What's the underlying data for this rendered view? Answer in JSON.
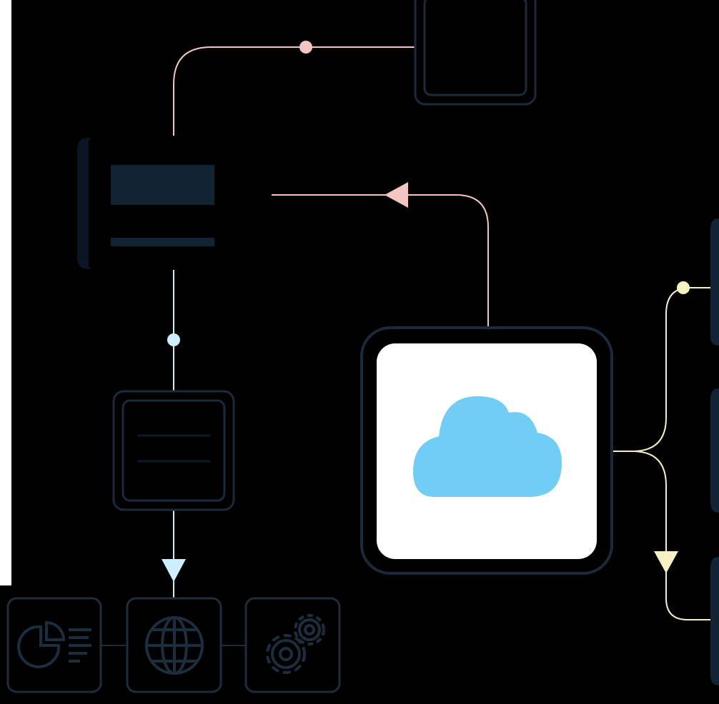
{
  "diagram": {
    "background": "#000000",
    "colors": {
      "node_border": "#1b2a3a",
      "node_fill": "#122334",
      "connector_pink": "#f4c6c3",
      "connector_blue": "#cdeefe",
      "connector_yellow": "#f6f1c2",
      "hub_fill": "#ffffff",
      "cloud": "#72cdf4",
      "icon_stroke": "#1c2d3d"
    },
    "nodes": [
      {
        "id": "top-square",
        "icon": "empty-square"
      },
      {
        "id": "form-panel",
        "icon": "text-lines"
      },
      {
        "id": "list-panel",
        "icon": "text-lines"
      },
      {
        "id": "cloud-hub",
        "icon": "cloud-icon"
      },
      {
        "id": "analytics-tile",
        "icon": "pie-chart-icon"
      },
      {
        "id": "globe-tile",
        "icon": "globe-icon"
      },
      {
        "id": "settings-tile",
        "icon": "gears-icon"
      }
    ],
    "connectors": [
      {
        "from": "form-panel",
        "to": "top-square",
        "color": "pink",
        "marker": "dot"
      },
      {
        "from": "cloud-hub",
        "to": "form-panel",
        "color": "pink",
        "marker": "arrow"
      },
      {
        "from": "form-panel",
        "to": "list-panel",
        "color": "blue",
        "marker": "dot"
      },
      {
        "from": "list-panel",
        "to": "globe-tile",
        "color": "blue",
        "marker": "arrow"
      },
      {
        "from": "cloud-hub",
        "to": "right-upper-panel",
        "color": "yellow",
        "marker": "dot"
      },
      {
        "from": "cloud-hub",
        "to": "right-lower-panel",
        "color": "yellow",
        "marker": "arrow"
      }
    ]
  }
}
